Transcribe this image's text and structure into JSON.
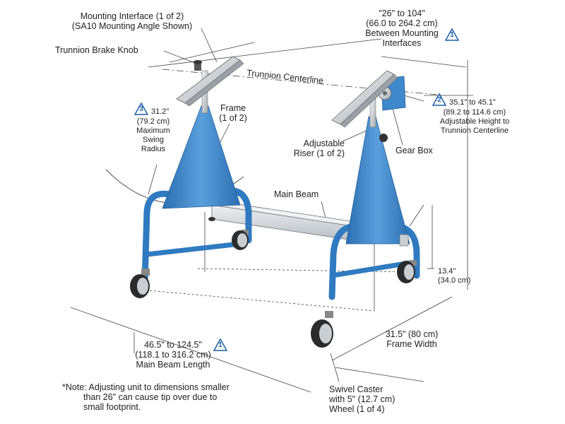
{
  "labels": {
    "mounting_interface_1": "Mounting Interface (1 of 2)",
    "mounting_interface_2": "(SA10 Mounting Angle Shown)",
    "trunnion_brake_knob": "Trunnion Brake Knob",
    "trunnion_centerline": "Trunnion Centerline",
    "between_1": "\"26\" to 104\"",
    "between_2": "(66.0 to 264.2 cm)",
    "between_3": "Between Mounting",
    "between_4": "Interfaces",
    "swing_1": "31.2\"",
    "swing_2": "(79.2 cm)",
    "swing_3": "Maximum",
    "swing_4": "Swing",
    "swing_5": "Radius",
    "frame_1": "Frame",
    "frame_2": "(1 of 2)",
    "height_1": "35.1\" to 45.1\"",
    "height_2": "(89.2 to 114.6 cm)",
    "height_3": "Adjustable Height to",
    "height_4": "Trunnion Centerline",
    "riser_1": "Adjustable",
    "riser_2": "Riser (1 of 2)",
    "gear_box": "Gear Box",
    "main_beam": "Main Beam",
    "clear_1": "13.4\"",
    "clear_2": "(34.0 cm)",
    "beam_len_1": "46.5\" to 124.5\"",
    "beam_len_2": "(118.1 to 316.2 cm)",
    "beam_len_3": "Main Beam Length",
    "frame_width_1": "31.5\" (80 cm)",
    "frame_width_2": "Frame Width",
    "note_1": "*Note: Adjusting unit to dimensions smaller",
    "note_2": "than 26\" can cause tip over due to",
    "note_3": "small footprint.",
    "caster_1": "Swivel Caster",
    "caster_2": "with 5\" (12.7 cm)",
    "caster_3": "Wheel (1 of 4)"
  },
  "callouts": {
    "one": "1",
    "two": "2",
    "three": "3"
  },
  "colors": {
    "frame_blue": "#3f88cc",
    "frame_blue_dark": "#2a6aa8",
    "beam_gray": "#d8dce0",
    "line": "#333333",
    "callout_blue": "#1d5fa8"
  }
}
